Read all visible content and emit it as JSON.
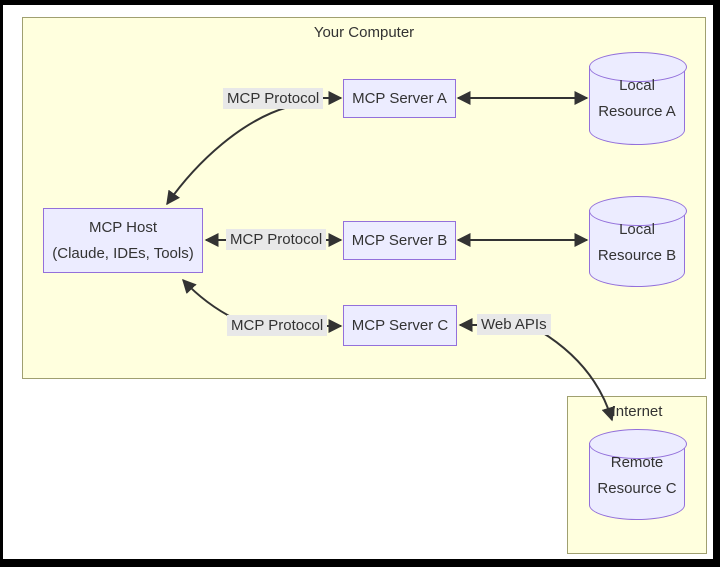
{
  "diagram": {
    "groups": {
      "your_computer": {
        "title": "Your Computer"
      },
      "internet": {
        "title": "Internet"
      }
    },
    "nodes": {
      "host": {
        "line1": "MCP Host",
        "line2": "(Claude, IDEs, Tools)"
      },
      "server_a": {
        "label": "MCP Server A"
      },
      "server_b": {
        "label": "MCP Server B"
      },
      "server_c": {
        "label": "MCP Server C"
      },
      "resource_a": {
        "line1": "Local",
        "line2": "Resource A"
      },
      "resource_b": {
        "line1": "Local",
        "line2": "Resource B"
      },
      "resource_c": {
        "line1": "Remote",
        "line2": "Resource C"
      }
    },
    "edge_labels": {
      "protocol_a": "MCP Protocol",
      "protocol_b": "MCP Protocol",
      "protocol_c": "MCP Protocol",
      "web_apis": "Web APIs"
    },
    "colors": {
      "group_fill": "#ffffde",
      "group_border": "#a0a070",
      "node_fill": "#ececff",
      "node_border": "#9370db",
      "edge_label_bg": "#e8e8e8",
      "arrow": "#333333",
      "text": "#333333",
      "frame": "#000000",
      "canvas": "#ffffff"
    }
  }
}
